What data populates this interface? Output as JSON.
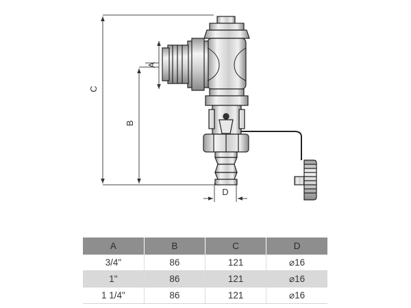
{
  "drawing": {
    "dimension_labels": {
      "A": "A",
      "B": "B",
      "C": "C",
      "D": "D"
    }
  },
  "table": {
    "headers": [
      "A",
      "B",
      "C",
      "D"
    ],
    "rows": [
      [
        "3/4\"",
        "86",
        "121",
        "⌀16"
      ],
      [
        "1\"",
        "86",
        "121",
        "⌀16"
      ],
      [
        "1 1/4\"",
        "86",
        "121",
        "⌀16"
      ]
    ]
  }
}
